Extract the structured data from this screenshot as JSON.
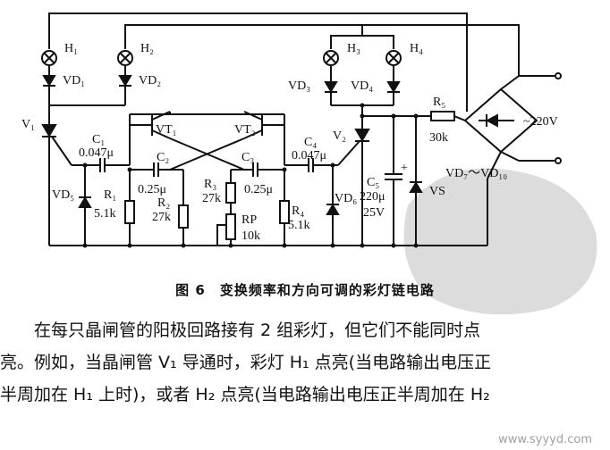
{
  "figure": {
    "caption": "图 6　变换频率和方向可调的彩灯链电路",
    "labels": {
      "H1": "H₁",
      "H2": "H₂",
      "H3": "H₃",
      "H4": "H₄",
      "VD1": "VD₁",
      "VD2": "VD₂",
      "VD3": "VD₃",
      "VD4": "VD₄",
      "V1": "V₁",
      "V2": "V₂",
      "C1": "C₁",
      "C1v": "0.047μ",
      "C2": "C₂",
      "C2v": "0.25μ",
      "C3": "C₃",
      "C3v": "0.25μ",
      "C4": "C₄",
      "C4v": "0.047μ",
      "C5": "C₅",
      "C5v": "220μ",
      "C5u": "25V",
      "VT1": "VT₁",
      "VT2": "VT₂",
      "VD5": "VD₅",
      "VD6": "VD₆",
      "R1": "R₁",
      "R1v": "5.1k",
      "R2": "R₂",
      "R2v": "27k",
      "R3": "R₃",
      "R3v": "27k",
      "R4": "R₄",
      "R4v": "5.1k",
      "RP": "RP",
      "RPv": "10k",
      "R5": "R₅",
      "R5v": "30k",
      "VS": "VS",
      "VD710": "VD₇～VD₁₀",
      "AC": "~220V",
      "plus": "+"
    }
  },
  "body": {
    "lines": [
      "在每只晶闸管的阳极回路接有 2 组彩灯，但它们不能同时点",
      "亮。例如，当晶闸管 V₁ 导通时，彩灯 H₁ 点亮(当电路输出电压正",
      "半周加在 H₁ 上时)，或者 H₂ 点亮(当电路输出电压正半周加在 H₂"
    ]
  },
  "watermark": {
    "text": "www.syyyd.com"
  }
}
